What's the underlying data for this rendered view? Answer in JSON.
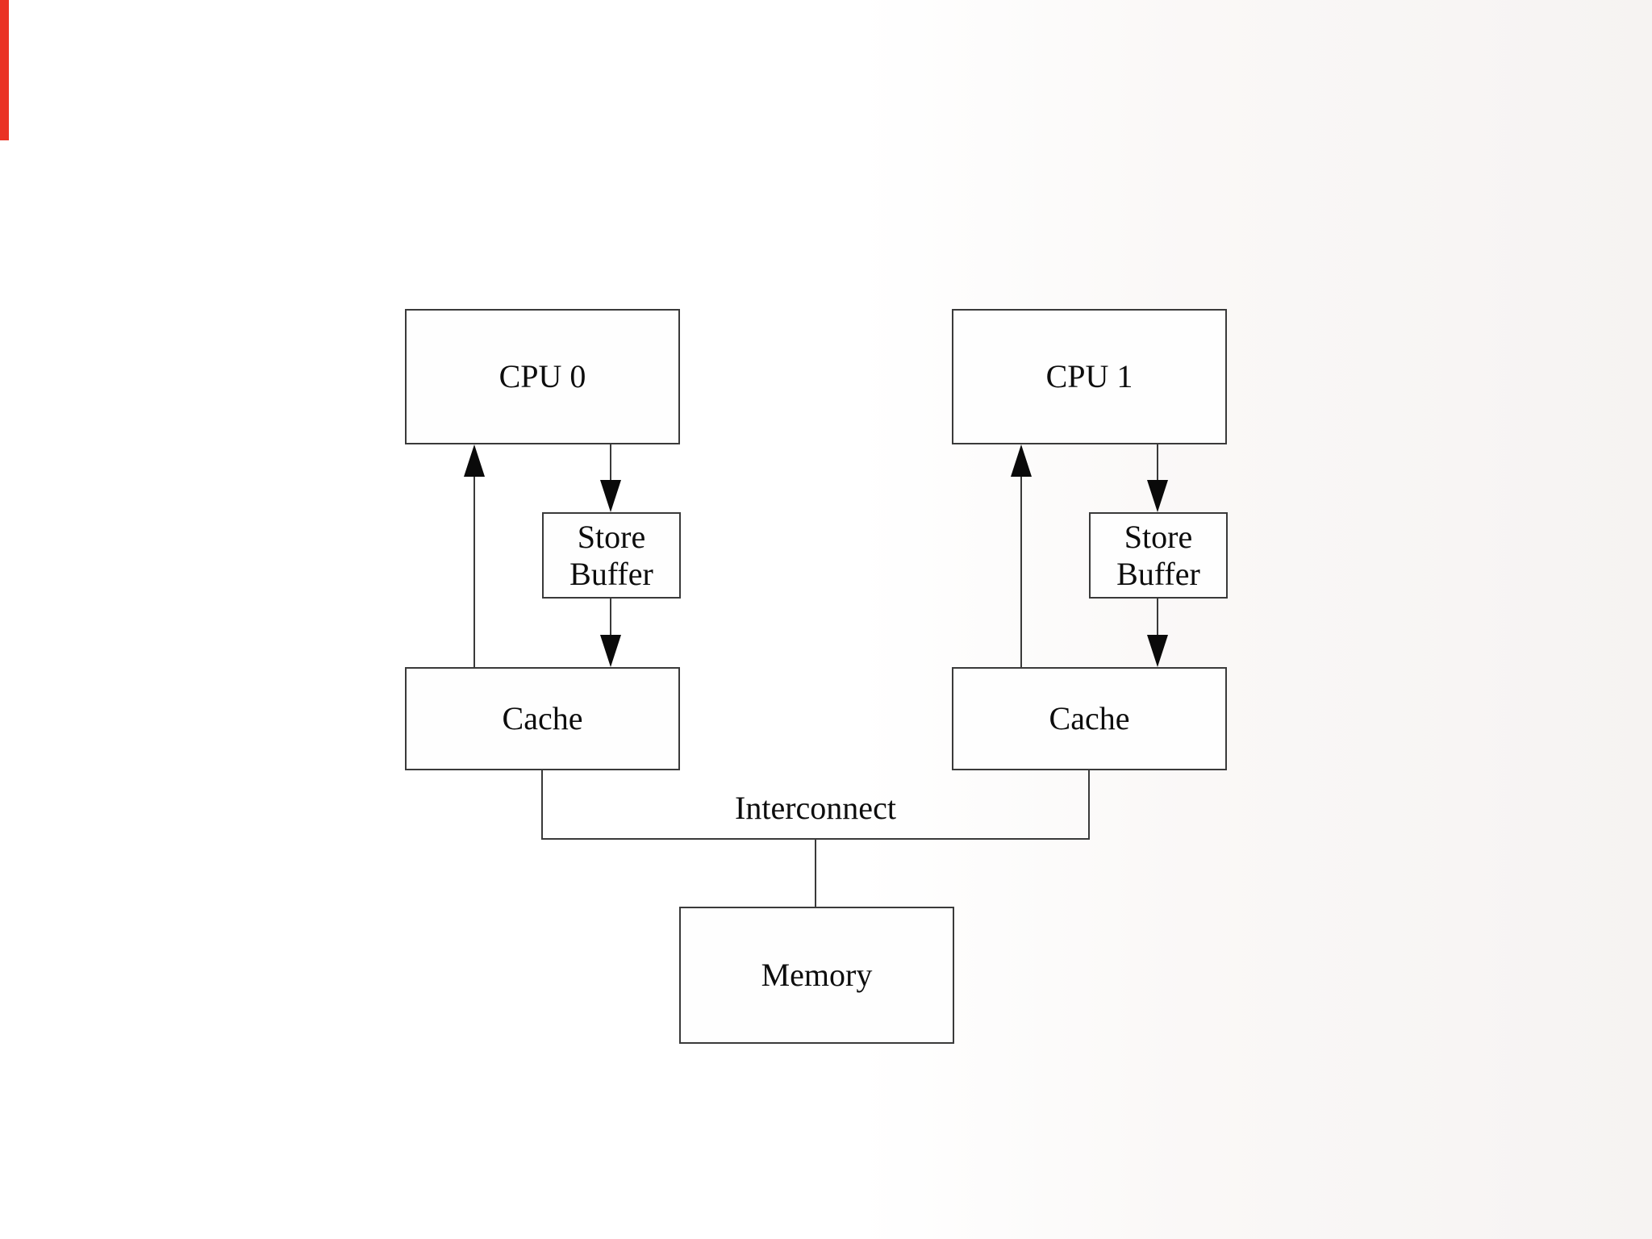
{
  "diagram": {
    "type": "block-diagram",
    "description_visible_only": "Two-CPU system with store buffers, caches, interconnect and memory",
    "nodes": {
      "cpu0": {
        "label": "CPU 0"
      },
      "cpu1": {
        "label": "CPU 1"
      },
      "store_buffer_left": {
        "label": "Store Buffer"
      },
      "store_buffer_right": {
        "label": "Store Buffer"
      },
      "cache_left": {
        "label": "Cache"
      },
      "cache_right": {
        "label": "Cache"
      },
      "memory": {
        "label": "Memory"
      }
    },
    "labels": {
      "interconnect": "Interconnect"
    },
    "edges": [
      {
        "from": "cache_left",
        "to": "cpu0",
        "style": "arrow-up"
      },
      {
        "from": "cpu0",
        "to": "store_buffer_left",
        "style": "arrow-down"
      },
      {
        "from": "store_buffer_left",
        "to": "cache_left",
        "style": "arrow-down"
      },
      {
        "from": "cache_right",
        "to": "cpu1",
        "style": "arrow-up"
      },
      {
        "from": "cpu1",
        "to": "store_buffer_right",
        "style": "arrow-down"
      },
      {
        "from": "store_buffer_right",
        "to": "cache_right",
        "style": "arrow-down"
      },
      {
        "from": "cache_left",
        "to": "interconnect",
        "style": "plain"
      },
      {
        "from": "cache_right",
        "to": "interconnect",
        "style": "plain"
      },
      {
        "from": "interconnect",
        "to": "memory",
        "style": "plain"
      }
    ],
    "colors": {
      "background": "#ffffff",
      "background_right_tint": "#f6f3f2",
      "box_border": "#3a3a3a",
      "line": "#3a3a3a",
      "text": "#0d0d0d",
      "arrowhead": "#0a0a0a",
      "left_edge_artifact": "#ea3223"
    }
  }
}
